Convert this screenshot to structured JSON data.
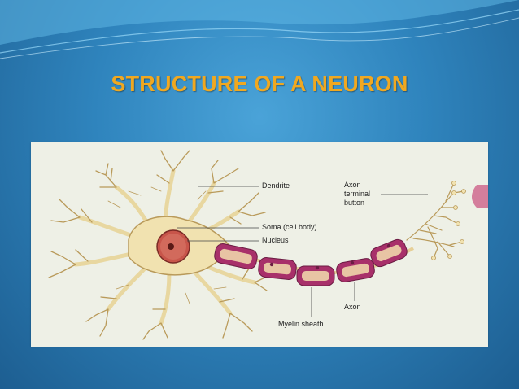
{
  "slide": {
    "title": "STRUCTURE OF A NEURON"
  },
  "diagram": {
    "labels": {
      "dendrite": "Dendrite",
      "soma": "Soma (cell body)",
      "nucleus": "Nucleus",
      "axon_terminal_line1": "Axon",
      "axon_terminal_line2": "terminal",
      "axon_terminal_line3": "button",
      "axon": "Axon",
      "myelin": "Myelin sheath"
    }
  },
  "colors": {
    "title": "#f0a820",
    "cell_body": "#f1e2b0",
    "cell_outline": "#b99a5a",
    "nucleus": "#c8554a",
    "myelin": "#a8306a",
    "myelin_inner": "#e8c4a4",
    "background": "#2f84bd"
  }
}
